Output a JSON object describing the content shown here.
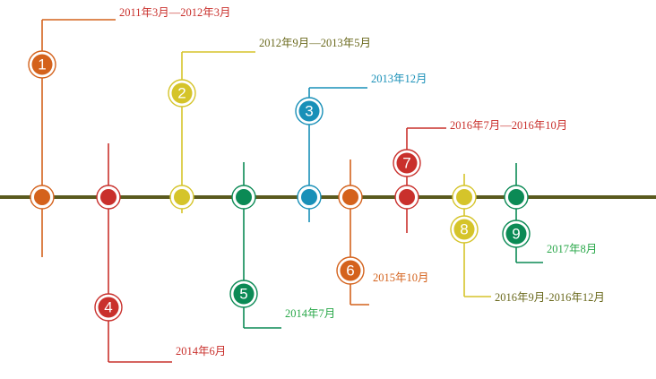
{
  "colors": {
    "axis": "#5a5a1e",
    "orange": "#d4621c",
    "red": "#c9302c",
    "yellow": "#d5c42a",
    "green": "#0b8a55",
    "blue": "#1990b8",
    "olive_text": "#6b6a1e",
    "orange_text": "#d4621c",
    "green_text": "#2aa84a"
  },
  "milestones": [
    {
      "number": "1",
      "label": "2011年3月—2012年3月",
      "color": "orange",
      "label_color": "red"
    },
    {
      "number": "2",
      "label": "2012年9月—2013年5月",
      "color": "yellow",
      "label_color": "olive_text"
    },
    {
      "number": "3",
      "label": "2013年12月",
      "color": "blue",
      "label_color": "blue"
    },
    {
      "number": "4",
      "label": "2014年6月",
      "color": "red",
      "label_color": "red"
    },
    {
      "number": "5",
      "label": "2014年7月",
      "color": "green",
      "label_color": "green_text"
    },
    {
      "number": "6",
      "label": "2015年10月",
      "color": "orange",
      "label_color": "orange_text"
    },
    {
      "number": "7",
      "label": "2016年7月—2016年10月",
      "color": "red",
      "label_color": "red"
    },
    {
      "number": "8",
      "label": "2016年9月-2016年12月",
      "color": "yellow",
      "label_color": "olive_text"
    },
    {
      "number": "9",
      "label": "2017年8月",
      "color": "green",
      "label_color": "green_text"
    }
  ]
}
